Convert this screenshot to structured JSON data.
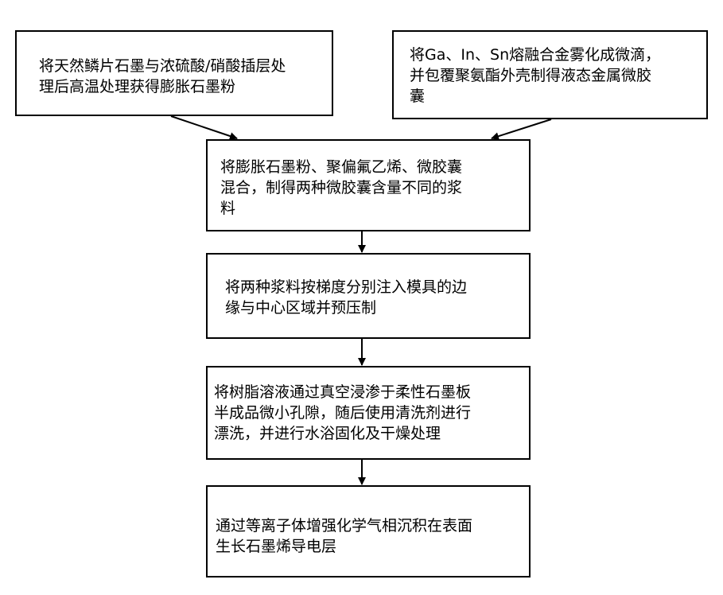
{
  "steps": [
    {
      "text": "将天然鳞片石墨与浓硫酸/硝酸插层处\n理后高温处理获得膨胀石墨粉"
    },
    {
      "text": "将Ga、In、Sn熔融合金雾化成微滴，\n并包覆聚氨酯外壳制得液态金属微胶\n囊"
    },
    {
      "text": "将膨胀石墨粉、聚偏氟乙烯、微胶囊\n混合，制得两种微胶囊含量不同的浆\n料"
    },
    {
      "text": "将两种浆料按梯度分别注入模具的边\n缘与中心区域并预压制"
    },
    {
      "text": "将树脂溶液通过真空浸渗于柔性石墨板\n半成品微小孔隙，随后使用清洗剂进行\n漂洗，并进行水浴固化及干燥处理"
    },
    {
      "text": "通过等离子体增强化学气相沉积在表面\n生长石墨烯导电层"
    }
  ]
}
